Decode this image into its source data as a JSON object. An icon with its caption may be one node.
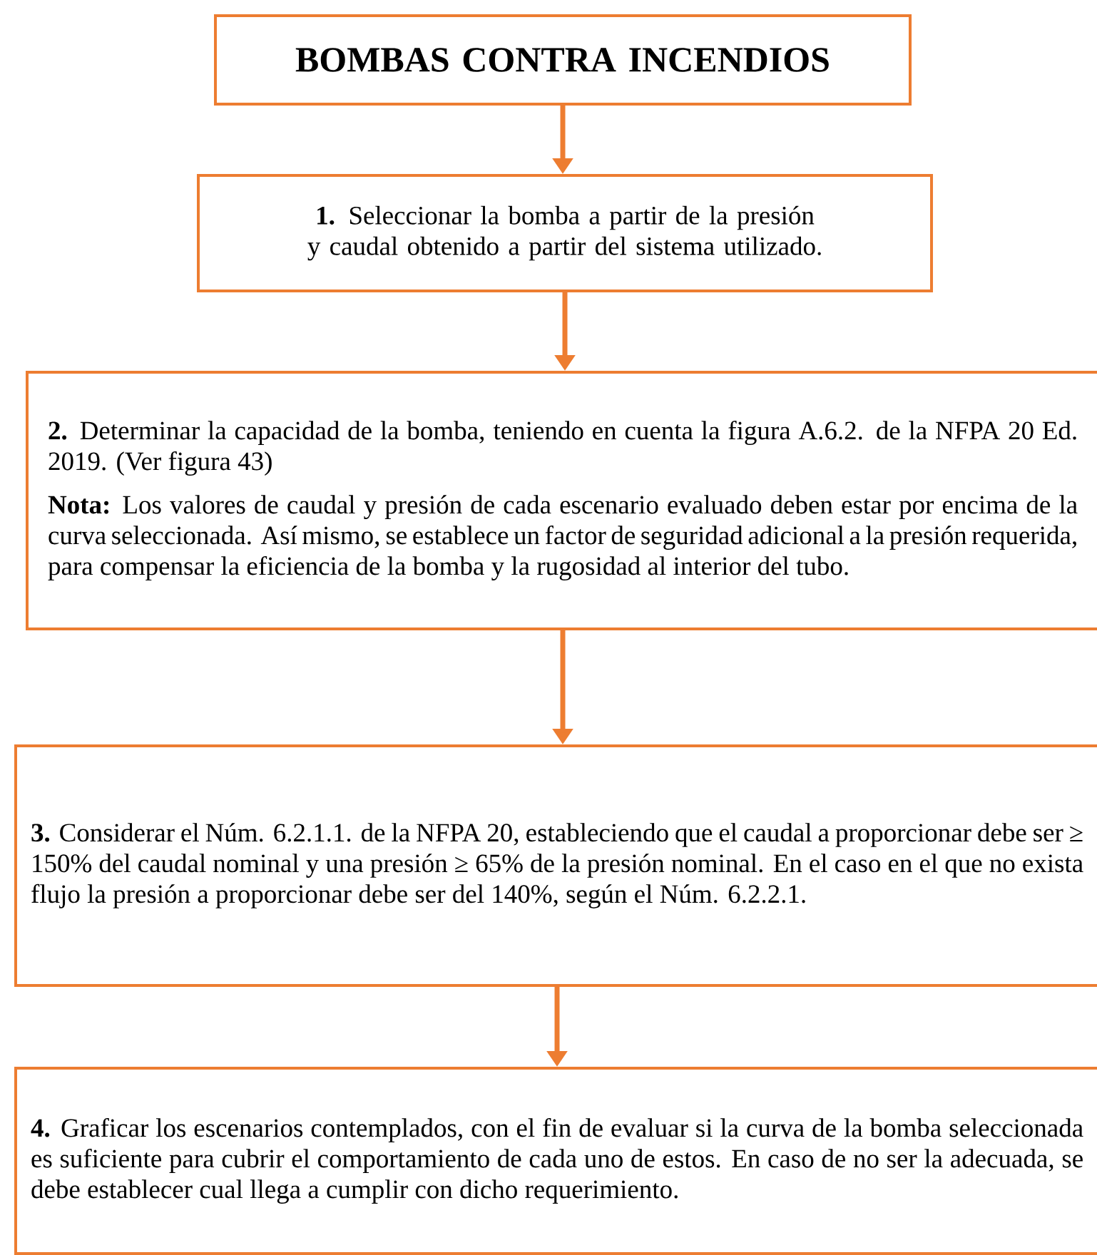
{
  "diagram": {
    "nodes": [
      {
        "text": [
          "BOMBAS CONTRA INCENDIOS"
        ]
      },
      {
        "text": [
          "**1.** Seleccionar la bomba a partir de la presión y caudal obtenido a partir del sistema utilizado."
        ]
      },
      {
        "text": [
          "**2.** Determinar la capacidad de la bomba, teniendo en cuenta la figura A.6.2. de la NFPA 20 Ed. 2019. (Ver figura 43)",
          "**Nota:** Los valores de caudal y presión de cada escenario evaluado deben estar por encima de la curva seleccionada. Así mismo, se establece un factor de seguridad adicional a la presión requerida, para compensar la eficiencia de la bomba y la rugosidad al interior del tubo."
        ]
      },
      {
        "text": [
          "**3.** Considerar el Núm. 6.2.1.1. de la NFPA 20, estableciendo que el caudal a proporcionar debe ser ≥ 150% del caudal nominal y una presión ≥ 65% de la presión nominal. En el caso en el que no exista flujo la presión a proporcionar debe ser del 140%, según el Núm. 6.2.2.1."
        ]
      },
      {
        "text": [
          "**4.** Graficar los escenarios contemplados, con el fin de evaluar si la curva de la bomba seleccionada es suficiente para cubrir el comportamiento de cada uno de estos. En caso de no ser la adecuada, se debe establecer cual llega a cumplir con dicho requerimiento."
        ]
      }
    ],
    "edges": [
      {
        "from": 0,
        "to": 1,
        "arrow": "to"
      },
      {
        "from": 1,
        "to": 2,
        "arrow": "to"
      },
      {
        "from": 2,
        "to": 3,
        "arrow": "to"
      },
      {
        "from": 3,
        "to": 4,
        "arrow": "to"
      }
    ]
  }
}
